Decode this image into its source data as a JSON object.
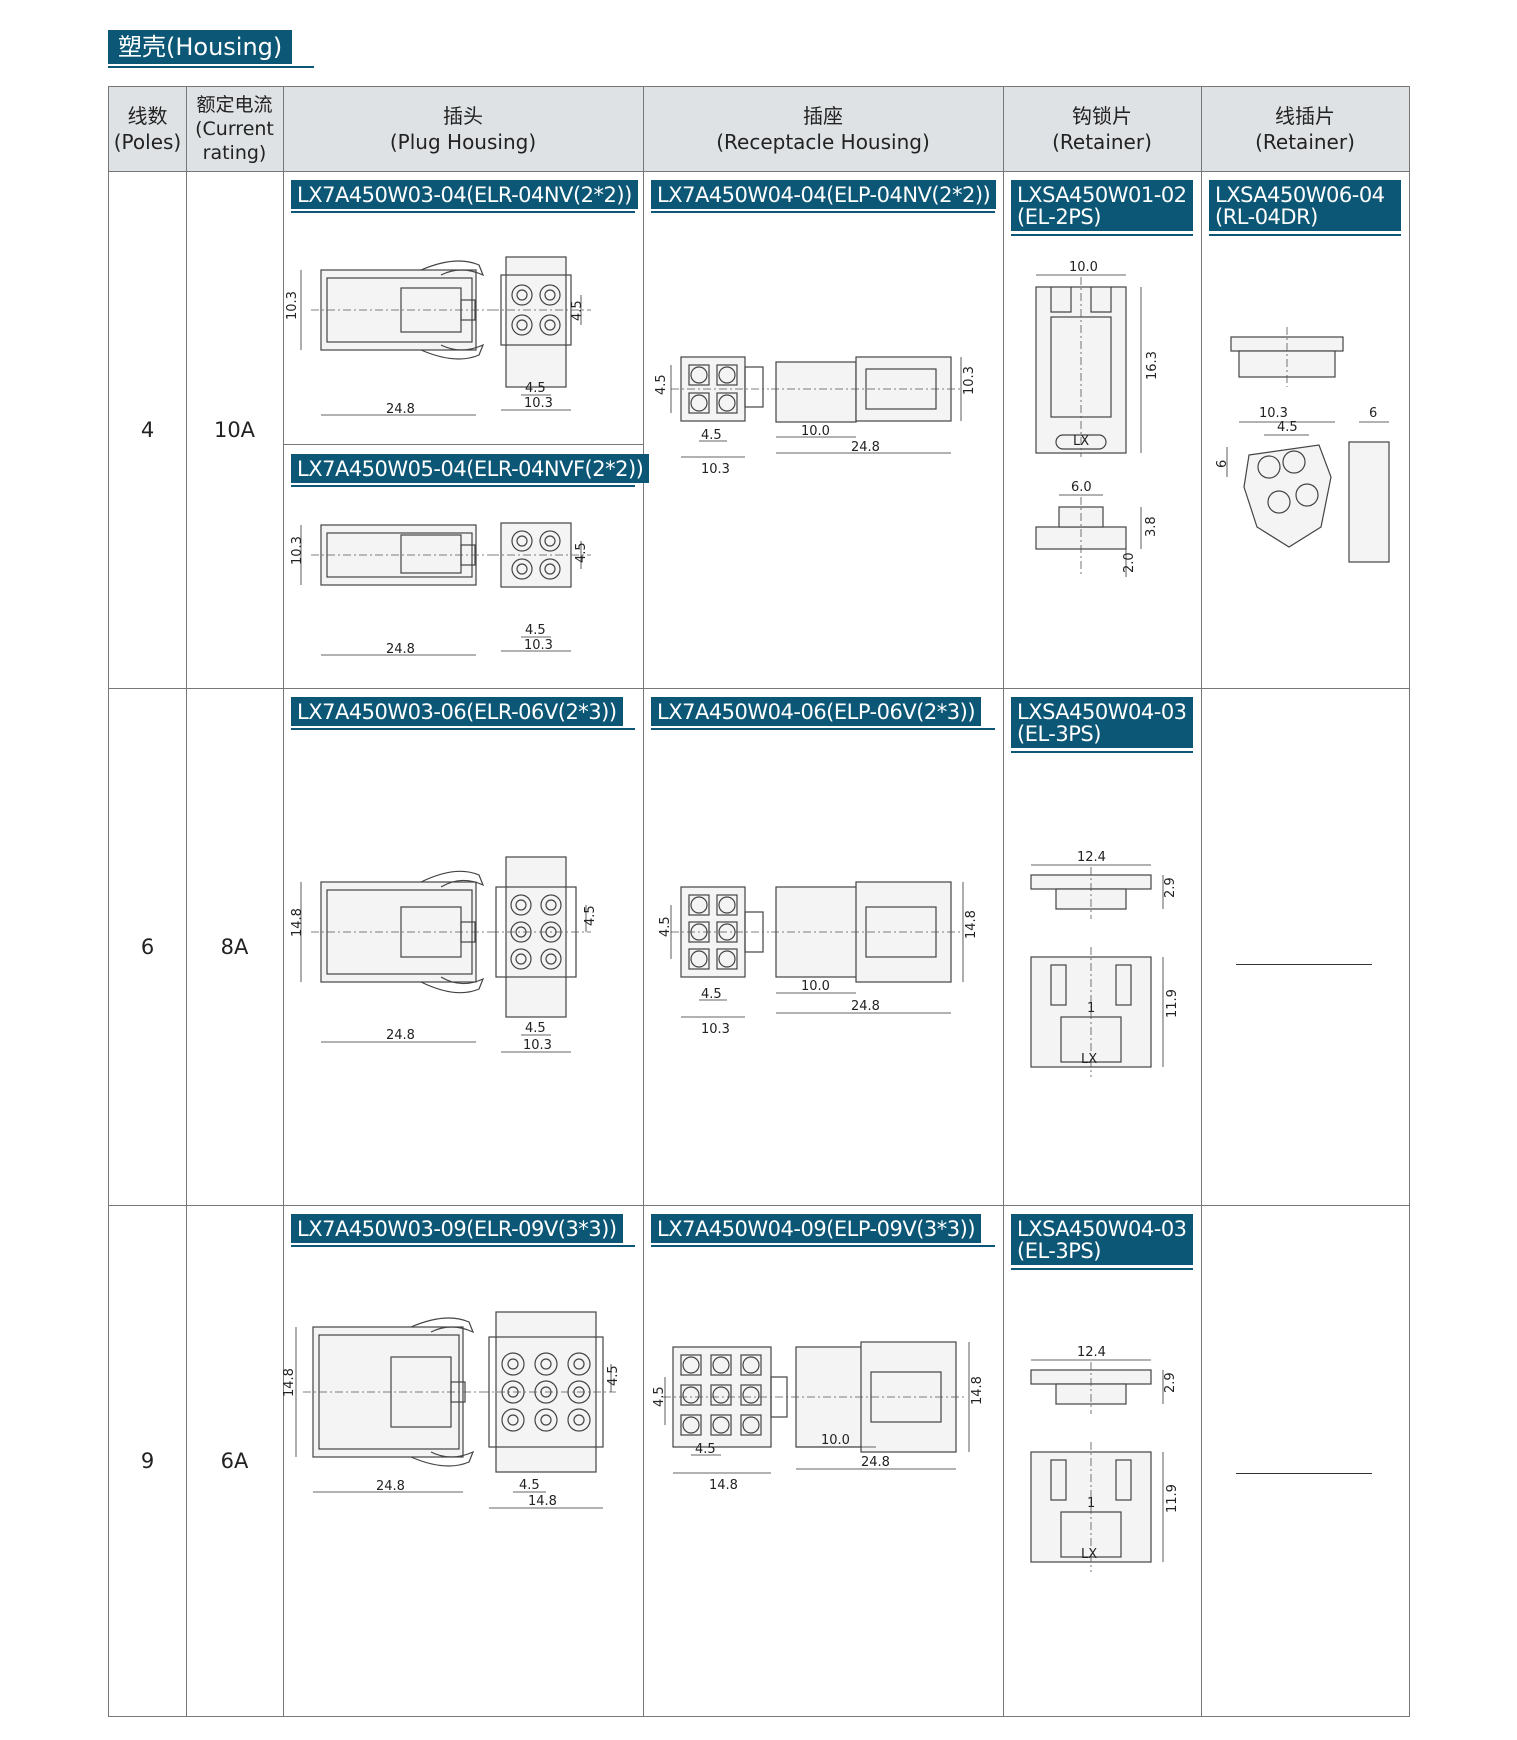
{
  "section": {
    "title": "塑壳(Housing)"
  },
  "header": {
    "poles_cn": "线数",
    "poles_en": "(Poles)",
    "rating_cn": "额定电流",
    "rating_en1": "(Current",
    "rating_en2": "rating)",
    "plug_cn": "插头",
    "plug_en": "(Plug Housing)",
    "receptacle_cn": "插座",
    "receptacle_en": "(Receptacle Housing)",
    "hook_cn": "钩锁片",
    "hook_en": "(Retainer)",
    "wire_cn": "线插片",
    "wire_en": "(Retainer)"
  },
  "rows": [
    {
      "poles": "4",
      "rating": "10A",
      "plug": "LX7A450W03-04(ELR-04NV(2*2))",
      "plug_alt": "LX7A450W05-04(ELR-04NVF(2*2))",
      "receptacle": "LX7A450W04-04(ELP-04NV(2*2))",
      "hook_l1": "LXSA450W01-02",
      "hook_l2": "(EL-2PS)",
      "wire_l1": "LXSA450W06-04",
      "wire_l2": "(RL-04DR)"
    },
    {
      "poles": "6",
      "rating": "8A",
      "plug": "LX7A450W03-06(ELR-06V(2*3))",
      "receptacle": "LX7A450W04-06(ELP-06V(2*3))",
      "hook_l1": "LXSA450W04-03",
      "hook_l2": "(EL-3PS)"
    },
    {
      "poles": "9",
      "rating": "6A",
      "plug": "LX7A450W03-09(ELR-09V(3*3))",
      "receptacle": "LX7A450W04-09(ELP-09V(3*3))",
      "hook_l1": "LXSA450W04-03",
      "hook_l2": "(EL-3PS)"
    }
  ],
  "dims": {
    "d103": "10.3",
    "d248": "24.8",
    "d45": "4.5",
    "d100": "10.0",
    "d163": "16.3",
    "d60": "6.0",
    "d38": "3.8",
    "d20": "2.0",
    "d6": "6",
    "d148": "14.8",
    "d124": "12.4",
    "d29": "2.9",
    "d119": "11.9",
    "lx": "LX",
    "one": "1"
  }
}
